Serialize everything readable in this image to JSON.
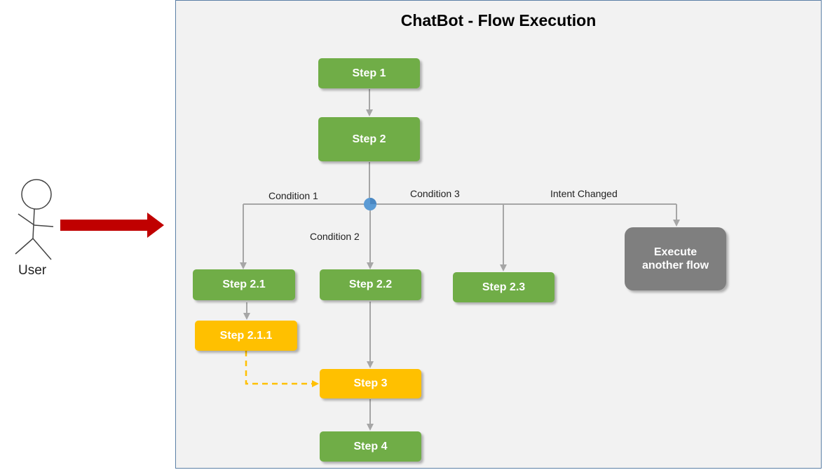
{
  "title": "ChatBot - Flow Execution",
  "actor": {
    "label": "User"
  },
  "nodes": {
    "step1": "Step 1",
    "step2": "Step 2",
    "step21": "Step 2.1",
    "step22": "Step 2.2",
    "step23": "Step 2.3",
    "step211": "Step 2.1.1",
    "step3": "Step 3",
    "step4": "Step 4",
    "execute_line1": "Execute",
    "execute_line2": "another flow"
  },
  "conditions": {
    "c1": "Condition 1",
    "c2": "Condition 2",
    "c3": "Condition 3",
    "intent": "Intent Changed"
  },
  "colors": {
    "step_green": "#70ad47",
    "step_yellow": "#ffc000",
    "alt_flow_gray": "#7f7f7f",
    "connector_gray": "#a6a6a6",
    "dashed_yellow": "#ffc000",
    "user_arrow_red": "#c00000",
    "junction_blue": "#5b9bd5"
  }
}
